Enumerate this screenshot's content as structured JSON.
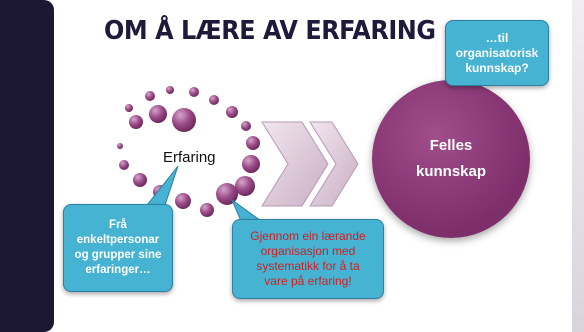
{
  "slide": {
    "title": "OM Å LÆRE AV ERFARING",
    "center_label": "Erfaring",
    "big_circle": {
      "line1": "Felles",
      "line2": "kunnskap"
    },
    "callout_top": {
      "line1": "…til",
      "line2": "organisatorisk",
      "line3": "kunnskap?"
    },
    "callout_left": {
      "line1": "Frå",
      "line2": "enkeltpersonar",
      "line3": "og grupper sine",
      "line4": "erfaringer…"
    },
    "callout_mid": {
      "line1": "Gjennom ein lærande",
      "line2": "organisasjon med",
      "line3": "systematikk for å ta",
      "line4": "vare på erfaring!"
    }
  },
  "colors": {
    "sidebar": "#1c1733",
    "accent_purple": "#7e2e6b",
    "callout_blue": "#46b3d3",
    "callout_red_text": "#d02020"
  }
}
